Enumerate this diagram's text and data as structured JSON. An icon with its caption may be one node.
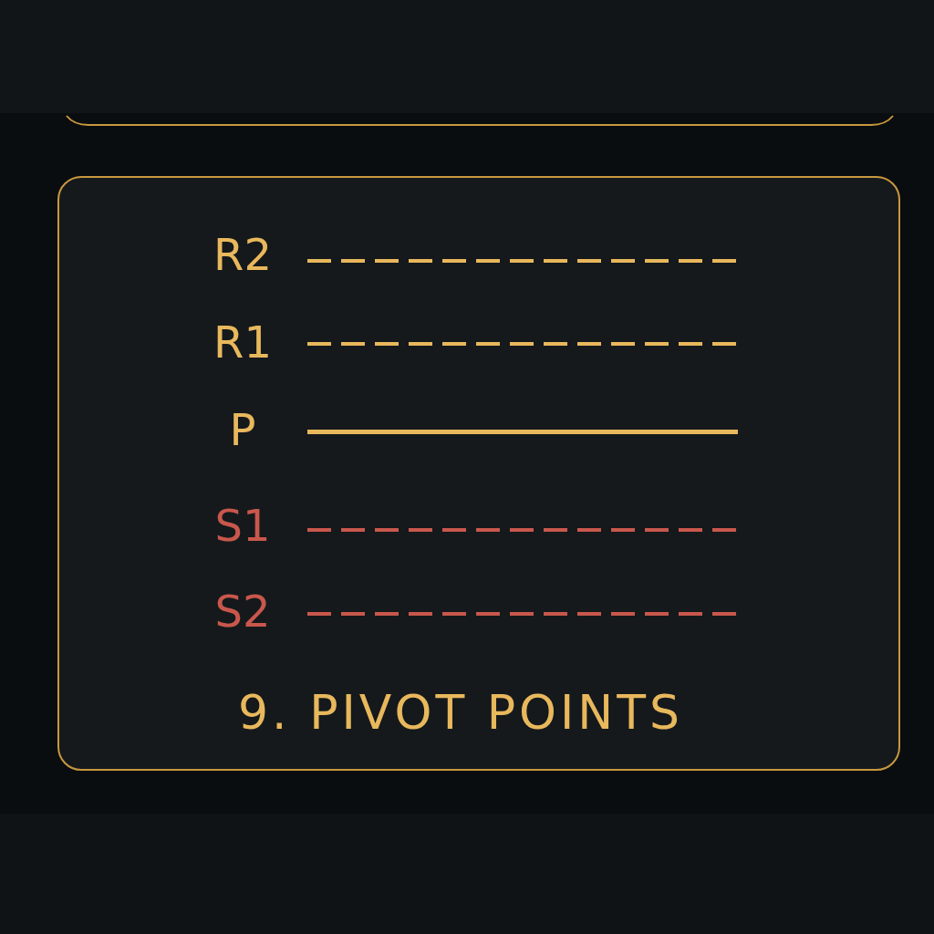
{
  "diagram": {
    "nodes": [
      {
        "text": [
          "9. PIVOT POINTS"
        ]
      }
    ],
    "labels": [
      "R2",
      "R1",
      "P",
      "S1",
      "S2"
    ]
  }
}
